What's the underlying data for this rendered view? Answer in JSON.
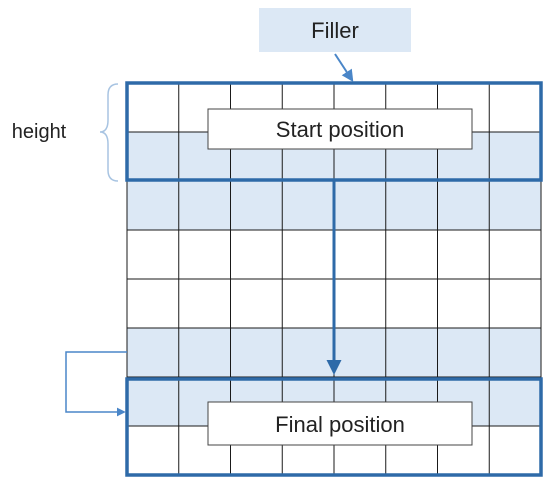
{
  "labels": {
    "filler": "Filler",
    "height": "height",
    "start_position": "Start position",
    "final_position": "Final position"
  },
  "grid": {
    "rows": 8,
    "columns": 8,
    "shaded_rows": [
      1,
      2,
      5,
      6
    ]
  },
  "colors": {
    "accent": "#2e6aa8",
    "shade": "#dce8f5",
    "grid_line": "#1a1a1a",
    "bracket": "#a8c4e2",
    "label_box_fill": "#ffffff",
    "label_box_border": "#444444",
    "filler_fill": "#dce8f5"
  }
}
